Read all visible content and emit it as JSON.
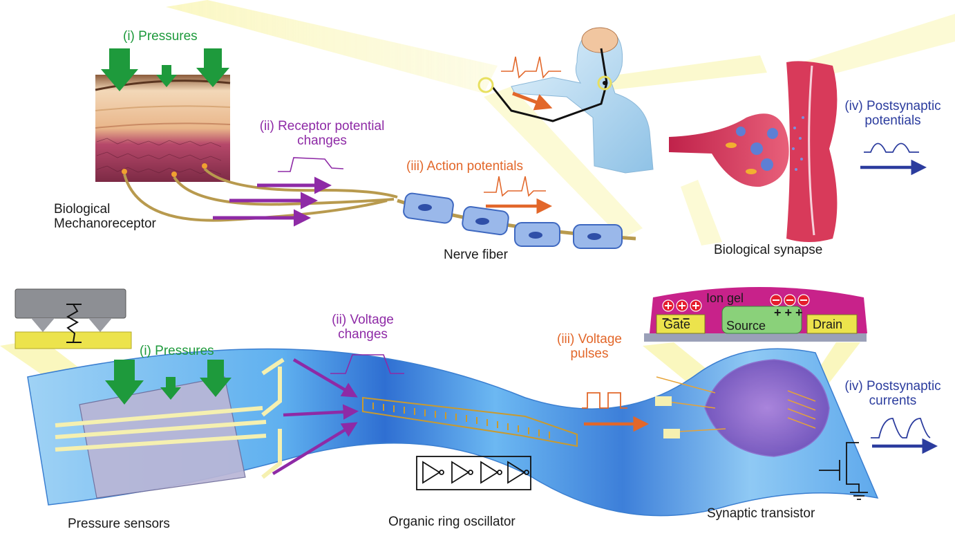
{
  "top": {
    "pressures": "(i) Pressures",
    "receptor_1": "(ii) Receptor potential",
    "receptor_2": "changes",
    "action": "(iii) Action potentials",
    "post_1": "(iv) Postsynaptic",
    "post_2": "potentials",
    "mech_1": "Biological",
    "mech_2": "Mechanoreceptor",
    "nerve": "Nerve fiber",
    "synapse": "Biological synapse"
  },
  "bottom": {
    "pressures": "(i) Pressures",
    "voltage_1": "(ii) Voltage",
    "voltage_2": "changes",
    "pulses_1": "(iii) Voltage",
    "pulses_2": "pulses",
    "post_1": "(iv) Postsynaptic",
    "post_2": "currents",
    "sensors": "Pressure sensors",
    "oscillator": "Organic ring oscillator",
    "transistor": "Synaptic transistor",
    "ion_gel": "Ion gel",
    "gate": "Gate",
    "source": "Source",
    "drain": "Drain",
    "plus_signs": "+ + +",
    "minus_signs": "– – –"
  },
  "colors": {
    "green": "#1e9a3c",
    "purple": "#8e2aa6",
    "orange": "#e2672a",
    "blue": "#2b3c9e",
    "substrate": "#4f9fe6",
    "highlight": "#f7f3a0"
  }
}
